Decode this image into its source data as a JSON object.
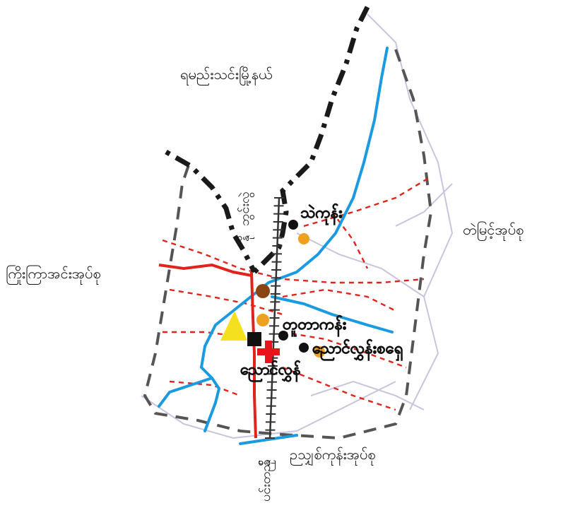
{
  "colors": {
    "highway": "#e0241c",
    "river": "#1a9ae0",
    "boundary": "#1a1a1a",
    "red_dashed": "#e0241c",
    "grey_dashed": "#555555",
    "pale_road": "#c9c4dc",
    "railway": "#333333",
    "marker_black": "#111111",
    "marker_orange": "#f0a020",
    "marker_brown": "#8b4513",
    "marker_yellow": "#f5e020",
    "marker_red_cross": "#e8141c"
  },
  "labels": {
    "north_region": "ရမည်းသင်းမြို့နယ်",
    "east_region": "တဲမြင့်အုပ်စု",
    "west_region": "ကြိုးကြာအင်းအုပ်စု",
    "south_region": "ဉသျှစ်ကုန်းအုပ်စု",
    "north_town": "ဘွင်းလွဲ",
    "north_town_prefix": "နို",
    "south_town": "ပင်းတည်",
    "south_town_prefix": "နို",
    "village_thekone": "သဲကုန်း",
    "village_tuntaka": "တူတာကန်း",
    "village_nyaunglwin_south": "ညောင်လွှန်းစရှေ",
    "village_nyaunglwin": "ညောင်လွှန်"
  },
  "markers": [
    {
      "kind": "circle",
      "color": "marker_black",
      "name": "thekone-village-dot"
    },
    {
      "kind": "circle",
      "color": "marker_orange",
      "name": "thekone-orange-dot"
    },
    {
      "kind": "circle",
      "color": "marker_brown",
      "name": "center-brown-dot"
    },
    {
      "kind": "circle",
      "color": "marker_orange",
      "name": "tuntaka-orange-dot"
    },
    {
      "kind": "circle",
      "color": "marker_black",
      "name": "tuntaka-black-dot"
    },
    {
      "kind": "circle",
      "color": "marker_black",
      "name": "nyaunglwin-black-dot"
    },
    {
      "kind": "circle",
      "color": "marker_orange",
      "name": "nyaunglwin-orange-dot"
    },
    {
      "kind": "square",
      "color": "marker_black",
      "name": "township-office-square"
    },
    {
      "kind": "cross",
      "color": "marker_red_cross",
      "name": "hospital-cross"
    },
    {
      "kind": "triangle",
      "color": "marker_yellow",
      "name": "pagoda-triangle"
    }
  ]
}
